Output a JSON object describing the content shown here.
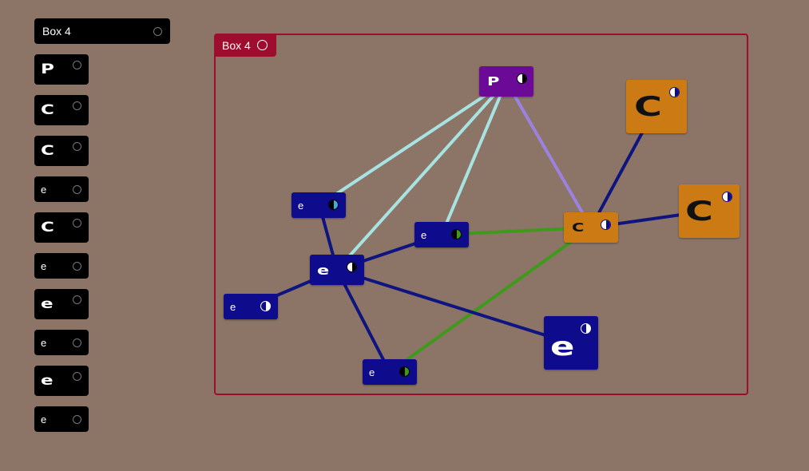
{
  "sidebar": {
    "header_label": "Box 4",
    "items": [
      {
        "label": "P",
        "style": "bold"
      },
      {
        "label": "C",
        "style": "bold"
      },
      {
        "label": "C",
        "style": "bold"
      },
      {
        "label": "e",
        "style": "plain"
      },
      {
        "label": "C",
        "style": "bold"
      },
      {
        "label": "e",
        "style": "plain"
      },
      {
        "label": "e",
        "style": "bold"
      },
      {
        "label": "e",
        "style": "plain"
      },
      {
        "label": "e",
        "style": "bold"
      },
      {
        "label": "e",
        "style": "plain"
      }
    ]
  },
  "canvas": {
    "box_label": "Box 4",
    "frame_color": "#9d0e2e",
    "nodes": {
      "p_top": {
        "label": "P",
        "color": "#6a0a96"
      },
      "c_big_1": {
        "label": "C",
        "color": "#cc7a14"
      },
      "c_big_2": {
        "label": "C",
        "color": "#cc7a14"
      },
      "c_mid": {
        "label": "C",
        "color": "#cc7a14"
      },
      "e_small_1": {
        "label": "e",
        "color": "#0e0b8c"
      },
      "e_small_2": {
        "label": "e",
        "color": "#0e0b8c"
      },
      "e_hub": {
        "label": "e",
        "color": "#0e0b8c"
      },
      "e_small_3": {
        "label": "e",
        "color": "#0e0b8c"
      },
      "e_big": {
        "label": "e",
        "color": "#0e0b8c"
      },
      "e_small_4": {
        "label": "e",
        "color": "#0e0b8c"
      }
    },
    "edge_colors": {
      "cyan": "#a7e3e2",
      "lavender": "#9b82e0",
      "navy": "#0e1480",
      "green": "#3f9a1c"
    }
  }
}
